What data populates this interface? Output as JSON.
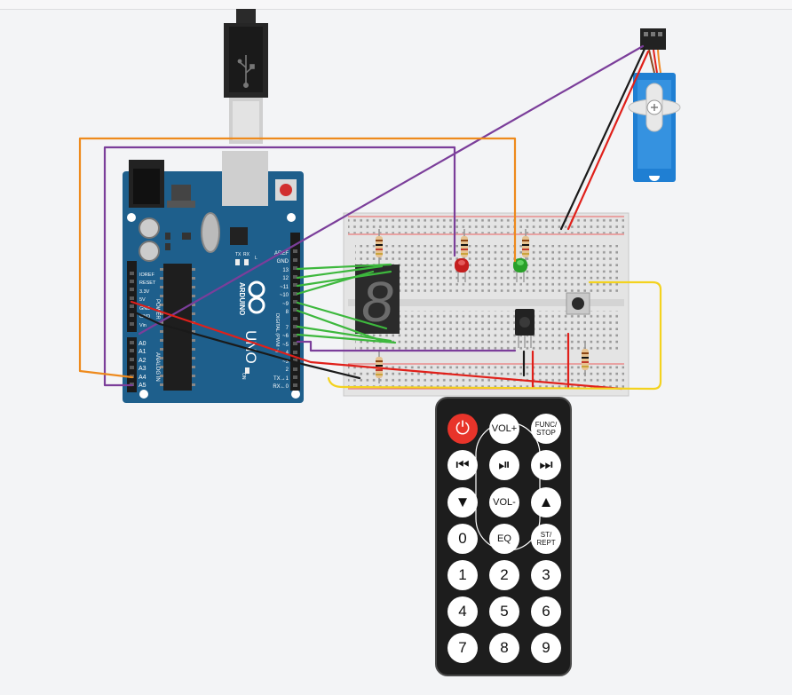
{
  "board": {
    "brand": "ARDUINO",
    "model": "UNO",
    "aref": "AREF",
    "gnd": "GND",
    "power_label": "POWER",
    "analog_label": "ANALOG IN",
    "digital_label": "DIGITAL (PWM ~)",
    "on_label": "ON",
    "tx_label": "TX",
    "rx_label": "RX",
    "l_label": "L",
    "power_pins": [
      "IOREF",
      "RESET",
      "3.3V",
      "5V",
      "GND",
      "GND",
      "Vin"
    ],
    "analog_pins": [
      "A0",
      "A1",
      "A2",
      "A3",
      "A4",
      "A5"
    ],
    "digital_pins": [
      "13",
      "12",
      "~11",
      "~10",
      "~9",
      "8",
      "7",
      "~6",
      "~5",
      "4",
      "~3",
      "2",
      "TX→1",
      "RX←0"
    ]
  },
  "display": {
    "digit": "8"
  },
  "colors": {
    "wire_green": "#3db83d",
    "wire_purple": "#7b3e9a",
    "wire_orange": "#ee8a1d",
    "wire_red": "#e0201a",
    "wire_black": "#1a1a1a",
    "wire_yellow": "#f3d21f",
    "board_blue": "#1e5f8c",
    "servo_blue": "#1f7fd3",
    "led_red": "#c41e1e",
    "led_green": "#29a029",
    "power_button": "#e8342a"
  },
  "remote": {
    "buttons": {
      "power": "⏻",
      "vol_up": "VOL+",
      "func_stop_1": "FUNC/",
      "func_stop_2": "STOP",
      "prev": "⏮",
      "play_pause": "⏯",
      "next": "⏭",
      "down": "▼",
      "vol_down": "VOL-",
      "up": "▲",
      "zero": "0",
      "eq": "EQ",
      "st_rept_1": "ST/",
      "st_rept_2": "REPT",
      "one": "1",
      "two": "2",
      "three": "3",
      "four": "4",
      "five": "5",
      "six": "6",
      "seven": "7",
      "eight": "8",
      "nine": "9"
    }
  }
}
